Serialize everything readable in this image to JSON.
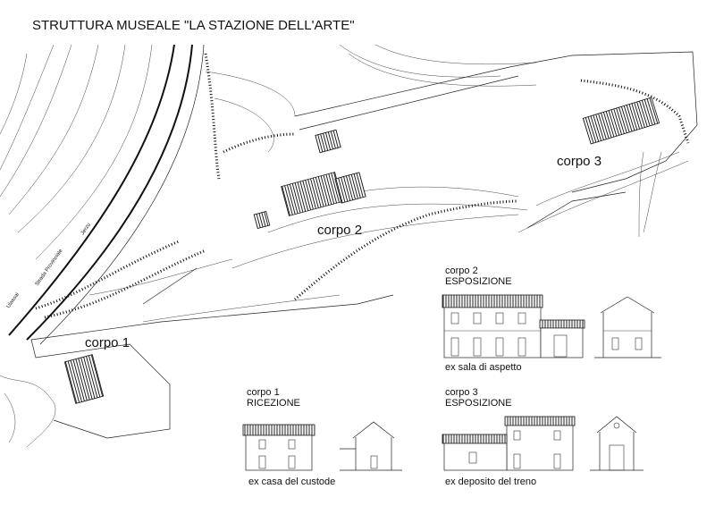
{
  "title": "STRUTTURA MUSEALE  \"LA STAZIONE DELL'ARTE\"",
  "plan_labels": {
    "corpo1": "corpo 1",
    "corpo2": "corpo 2",
    "corpo3": "corpo 3"
  },
  "road_labels": {
    "ulassai": "Ulassai",
    "strada": "Strada Provinciale",
    "jerzu": "Jerzu"
  },
  "elevations": [
    {
      "name": "corpo 2",
      "function": "ESPOSIZIONE",
      "caption": "ex sala di aspetto"
    },
    {
      "name": "corpo 1",
      "function": "RICEZIONE",
      "caption": "ex casa del custode"
    },
    {
      "name": "corpo 3",
      "function": "ESPOSIZIONE",
      "caption": "ex deposito del treno"
    }
  ]
}
